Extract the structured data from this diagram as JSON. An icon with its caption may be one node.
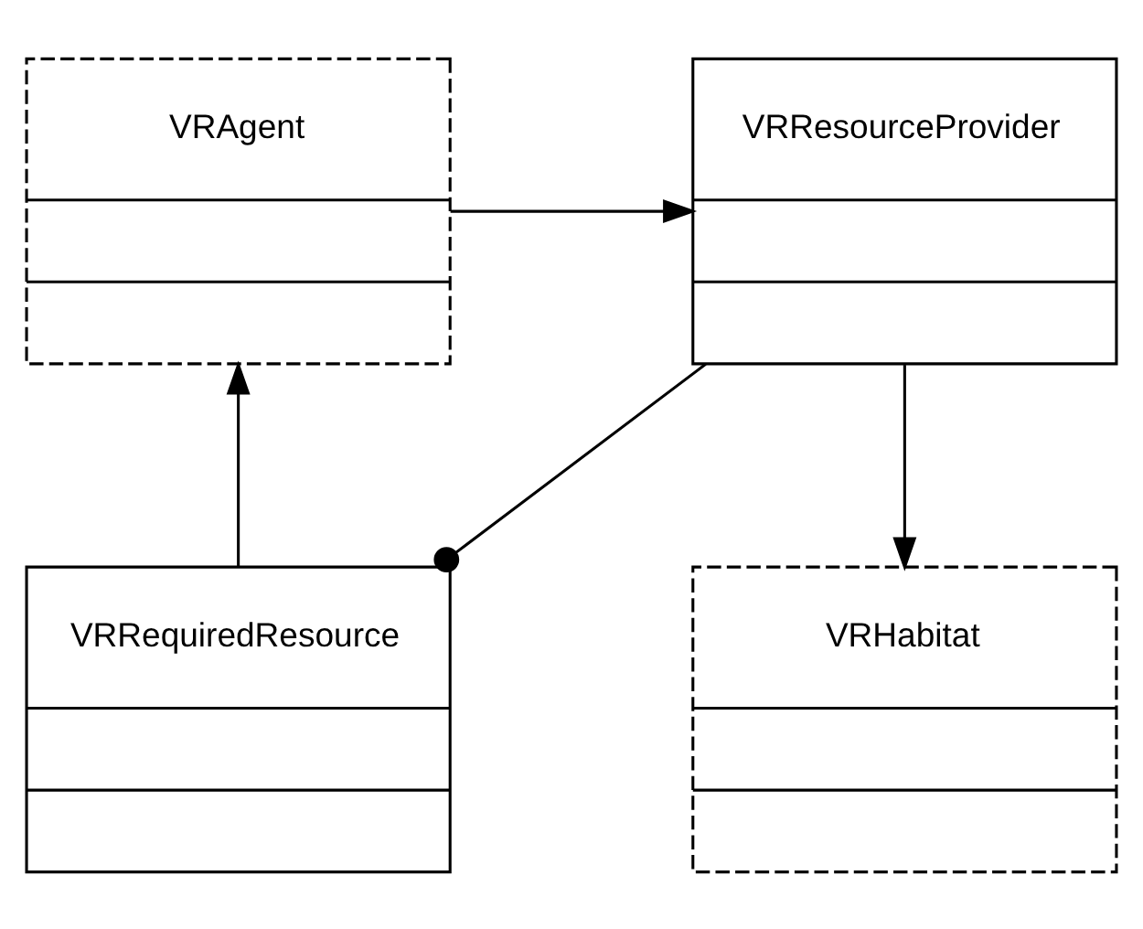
{
  "diagram": {
    "nodes": [
      {
        "text": [
          "VRAgent"
        ]
      },
      {
        "text": [
          "VRResourceProvider"
        ]
      },
      {
        "text": [
          "VRRequiredResource"
        ]
      },
      {
        "text": [
          "VRHabitat"
        ]
      }
    ],
    "edges": [
      {
        "from": 0,
        "to": 1,
        "arrow": "to"
      },
      {
        "from": 2,
        "to": 0,
        "arrow": "to"
      },
      {
        "from": 1,
        "to": 2,
        "arrow": "other"
      },
      {
        "from": 1,
        "to": 3,
        "arrow": "to"
      }
    ]
  }
}
